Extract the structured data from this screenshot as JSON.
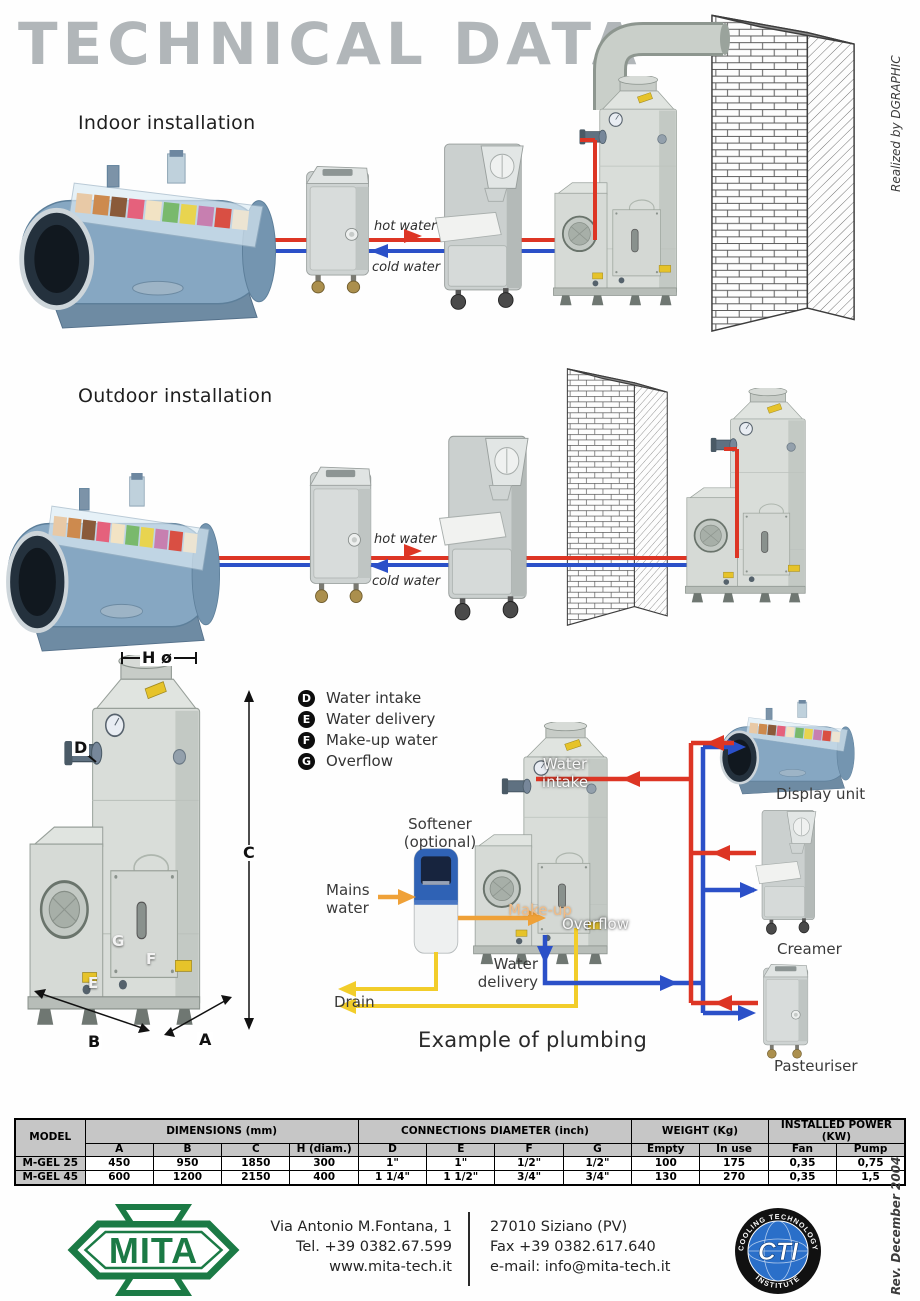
{
  "page": {
    "title": "TECHNICAL DATA",
    "realized_by": "Realized by DGRAPHIC",
    "revision": "Rev. December 2004"
  },
  "indoor": {
    "heading": "Indoor installation",
    "hot_water_label": "hot water",
    "cold_water_label": "cold water"
  },
  "outdoor": {
    "heading": "Outdoor installation",
    "hot_water_label": "hot water",
    "cold_water_label": "cold water"
  },
  "dimensions_diagram": {
    "top_diameter": "H ø",
    "intake": "D",
    "height": "C",
    "overflow": "G",
    "makeup": "F",
    "delivery": "E",
    "depth": "B",
    "width": "A"
  },
  "legend": {
    "items": [
      {
        "key": "D",
        "label": "Water intake"
      },
      {
        "key": "E",
        "label": "Water delivery"
      },
      {
        "key": "F",
        "label": "Make-up water"
      },
      {
        "key": "G",
        "label": "Overflow"
      }
    ]
  },
  "plumbing": {
    "caption": "Example of plumbing",
    "softener": "Softener\n(optional)",
    "mains_water": "Mains\nwater",
    "drain": "Drain",
    "water_intake": "Water\nintake",
    "make_up": "Make-up",
    "overflow": "Overflow",
    "water_delivery": "Water\ndelivery",
    "display_unit": "Display unit",
    "creamer": "Creamer",
    "pasteuriser": "Pasteuriser"
  },
  "table": {
    "col_model": "MODEL",
    "group_headers": [
      {
        "label": "DIMENSIONS (mm)",
        "span": 4
      },
      {
        "label": "CONNECTIONS DIAMETER (inch)",
        "span": 4
      },
      {
        "label": "WEIGHT (Kg)",
        "span": 2
      },
      {
        "label": "INSTALLED POWER (KW)",
        "span": 2
      }
    ],
    "sub_headers": [
      "A",
      "B",
      "C",
      "H (diam.)",
      "D",
      "E",
      "F",
      "G",
      "Empty",
      "In use",
      "Fan",
      "Pump"
    ],
    "rows": [
      {
        "model": "M-GEL 25",
        "values": [
          "450",
          "950",
          "1850",
          "300",
          "1\"",
          "1\"",
          "1/2\"",
          "1/2\"",
          "100",
          "175",
          "0,35",
          "0,75"
        ]
      },
      {
        "model": "M-GEL 45",
        "values": [
          "600",
          "1200",
          "2150",
          "400",
          "1 1/4\"",
          "1 1/2\"",
          "3/4\"",
          "3/4\"",
          "130",
          "270",
          "0,35",
          "1,5"
        ]
      }
    ]
  },
  "footer": {
    "logo_text": "MITA",
    "address_left": [
      "Via Antonio M.Fontana, 1",
      "Tel. +39 0382.67.599",
      "www.mita-tech.it"
    ],
    "address_right": [
      "27010 Siziano (PV)",
      "Fax +39 0382.617.640",
      "e-mail: info@mita-tech.it"
    ],
    "cti_text": "CTI",
    "cti_ring_top": "COOLING TECHNOLOGY",
    "cti_ring_bottom": "INSTITUTE"
  },
  "colors": {
    "hot": "#dd3524",
    "cold": "#2b50c8",
    "drain": "#f2cd2a",
    "makeup": "#efa138",
    "brand_green": "#1b7a45",
    "title_gray": "#b1b6b9",
    "table_header": "#c6c6c6"
  }
}
